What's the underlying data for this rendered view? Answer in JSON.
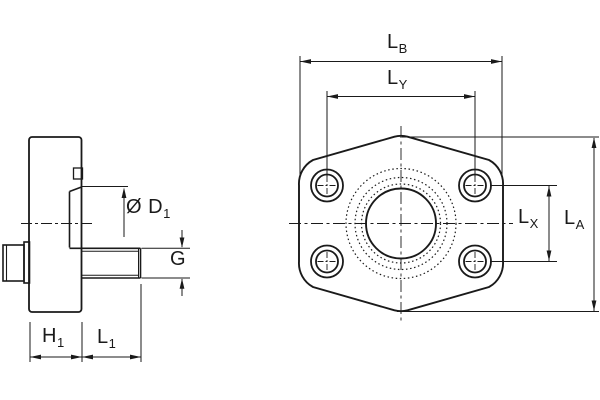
{
  "page": {
    "background": "#ffffff",
    "line_color": "#1a1a1a",
    "description": "Technical drawing of a 4-bolt SAE companion flange: side view with stud and front view with bolt holes"
  },
  "dimensions": {
    "d1": {
      "base": "Ø D",
      "sub": "1"
    },
    "g": {
      "base": "G",
      "sub": ""
    },
    "h1": {
      "base": "H",
      "sub": "1"
    },
    "l1": {
      "base": "L",
      "sub": "1"
    },
    "lb": {
      "base": "L",
      "sub": "B"
    },
    "ly": {
      "base": "L",
      "sub": "Y"
    },
    "lx": {
      "base": "L",
      "sub": "X"
    },
    "la": {
      "base": "L",
      "sub": "A"
    }
  }
}
